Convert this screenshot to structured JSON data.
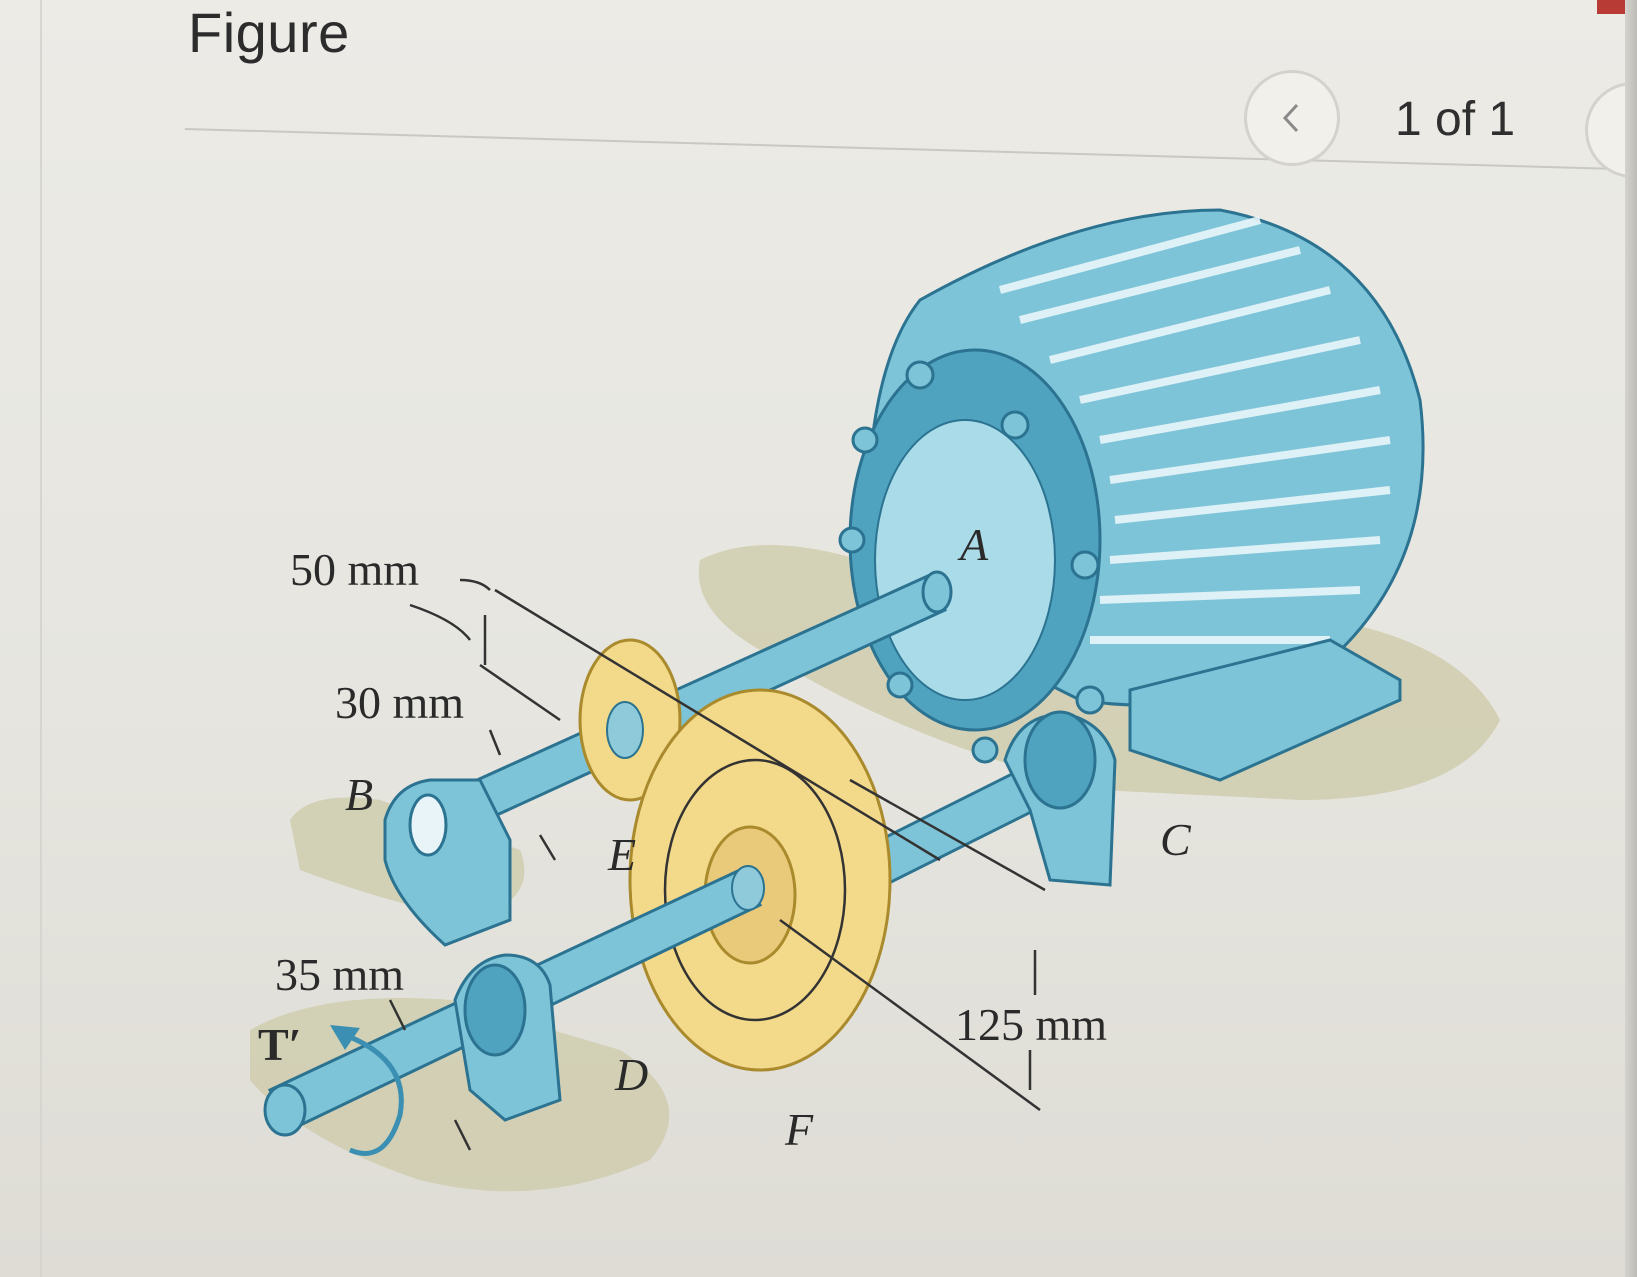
{
  "header": {
    "title": "Figure",
    "pagination": {
      "current": 1,
      "total": 1,
      "label": "1 of 1",
      "prev_icon": "chevron-left-icon",
      "next_icon": "chevron-right-icon"
    }
  },
  "figure": {
    "dimension_labels": {
      "d_motor_shaft": "50 mm",
      "d_gear_e": "30 mm",
      "d_output_shaft": "35 mm",
      "gear_f_radius": "125 mm"
    },
    "point_labels": {
      "a": "A",
      "b": "B",
      "c": "C",
      "d": "D",
      "e": "E",
      "f": "F",
      "torque": "T′"
    },
    "colors": {
      "shaft_blue": "#7ec4d8",
      "gear_yellow": "#f3d98a",
      "shadow": "#cfcdae",
      "torque_arrow": "#3a8fb2"
    }
  }
}
